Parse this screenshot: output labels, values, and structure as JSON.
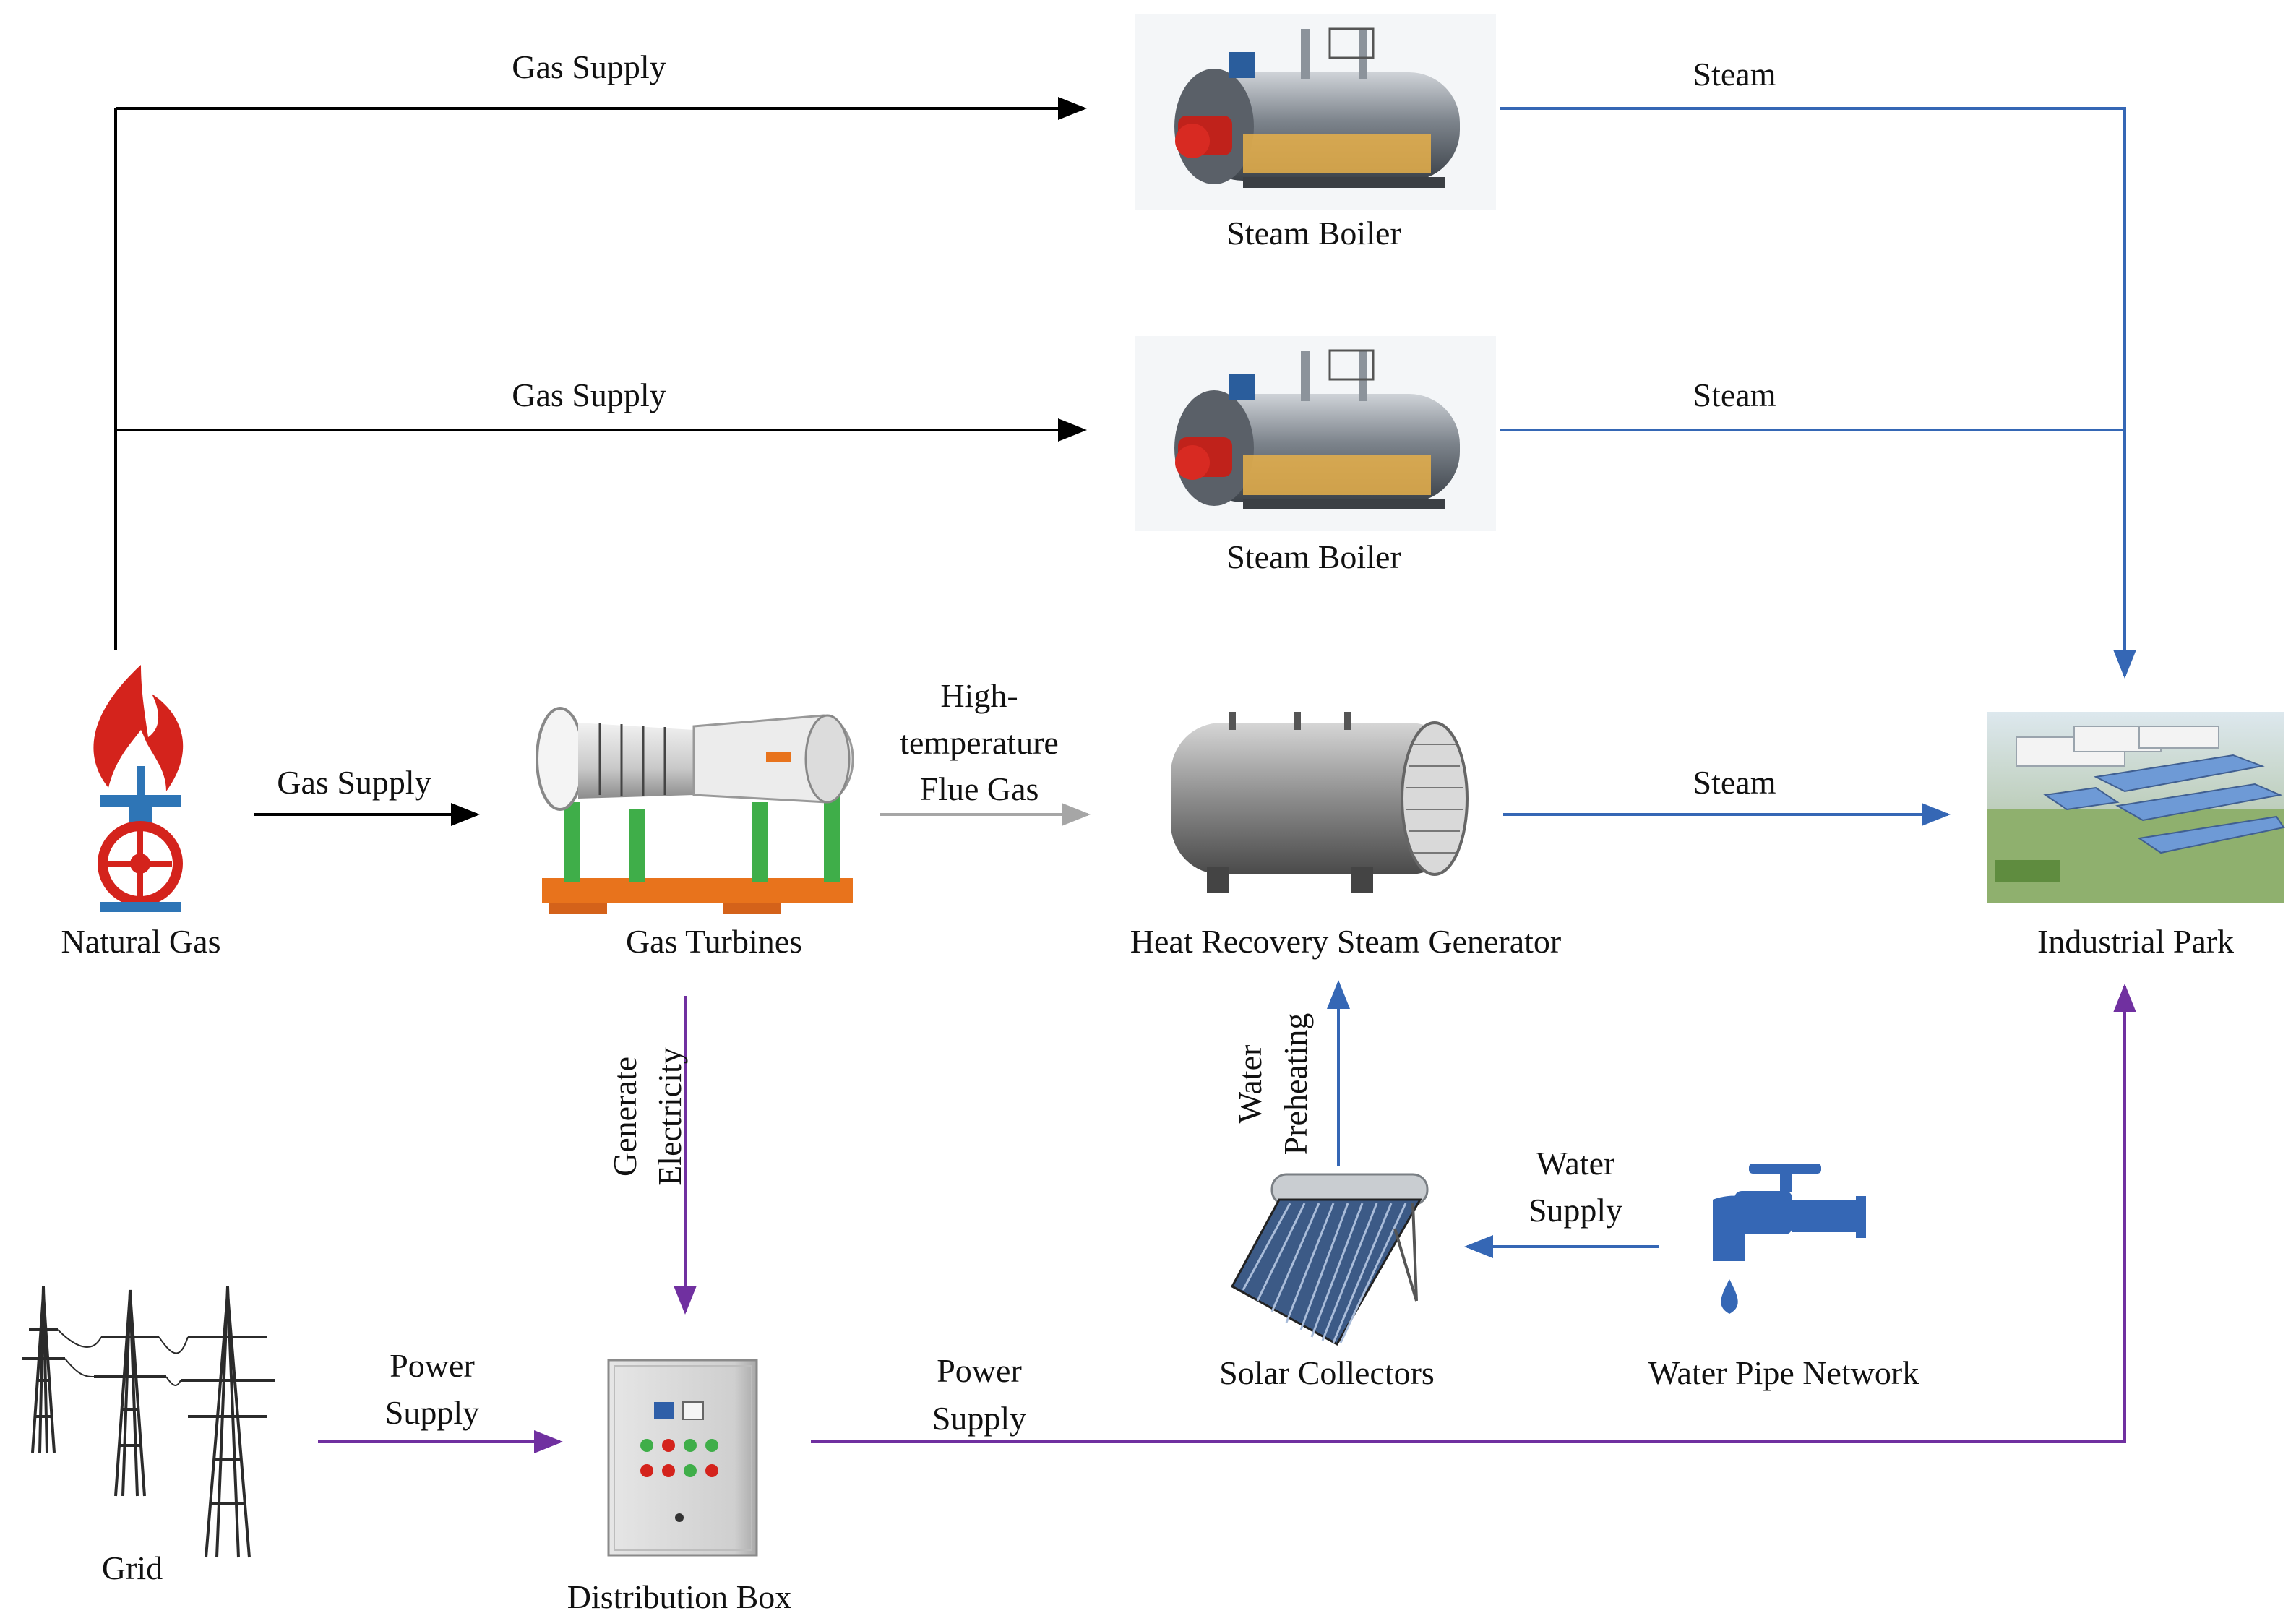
{
  "nodes": {
    "natural_gas": "Natural Gas",
    "gas_turbines": "Gas Turbines",
    "hrsg": "Heat Recovery Steam Generator",
    "industrial_park": "Industrial Park",
    "steam_boiler_1": "Steam Boiler",
    "steam_boiler_2": "Steam Boiler",
    "grid": "Grid",
    "distribution_box": "Distribution Box",
    "solar_collectors": "Solar Collectors",
    "water_pipe_network": "Water Pipe Network"
  },
  "flows": {
    "gas_supply_top": "Gas Supply",
    "gas_supply_mid": "Gas Supply",
    "gas_supply_turbine": "Gas Supply",
    "steam_top": "Steam",
    "steam_mid": "Steam",
    "steam_hrsg": "Steam",
    "flue_gas_1": "High-",
    "flue_gas_2": "temperature",
    "flue_gas_3": "Flue Gas",
    "generate_1": "Generate",
    "generate_2": "Electricity",
    "power_grid_1": "Power",
    "power_grid_2": "Supply",
    "power_park_1": "Power",
    "power_park_2": "Supply",
    "water_supply_1": "Water",
    "water_supply_2": "Supply",
    "preheat_1": "Water",
    "preheat_2": "Preheating"
  },
  "colors": {
    "gas": "#000000",
    "steam": "#3567b5",
    "flue_gas": "#a6a6a6",
    "power": "#7030a0",
    "water": "#3567b5"
  }
}
